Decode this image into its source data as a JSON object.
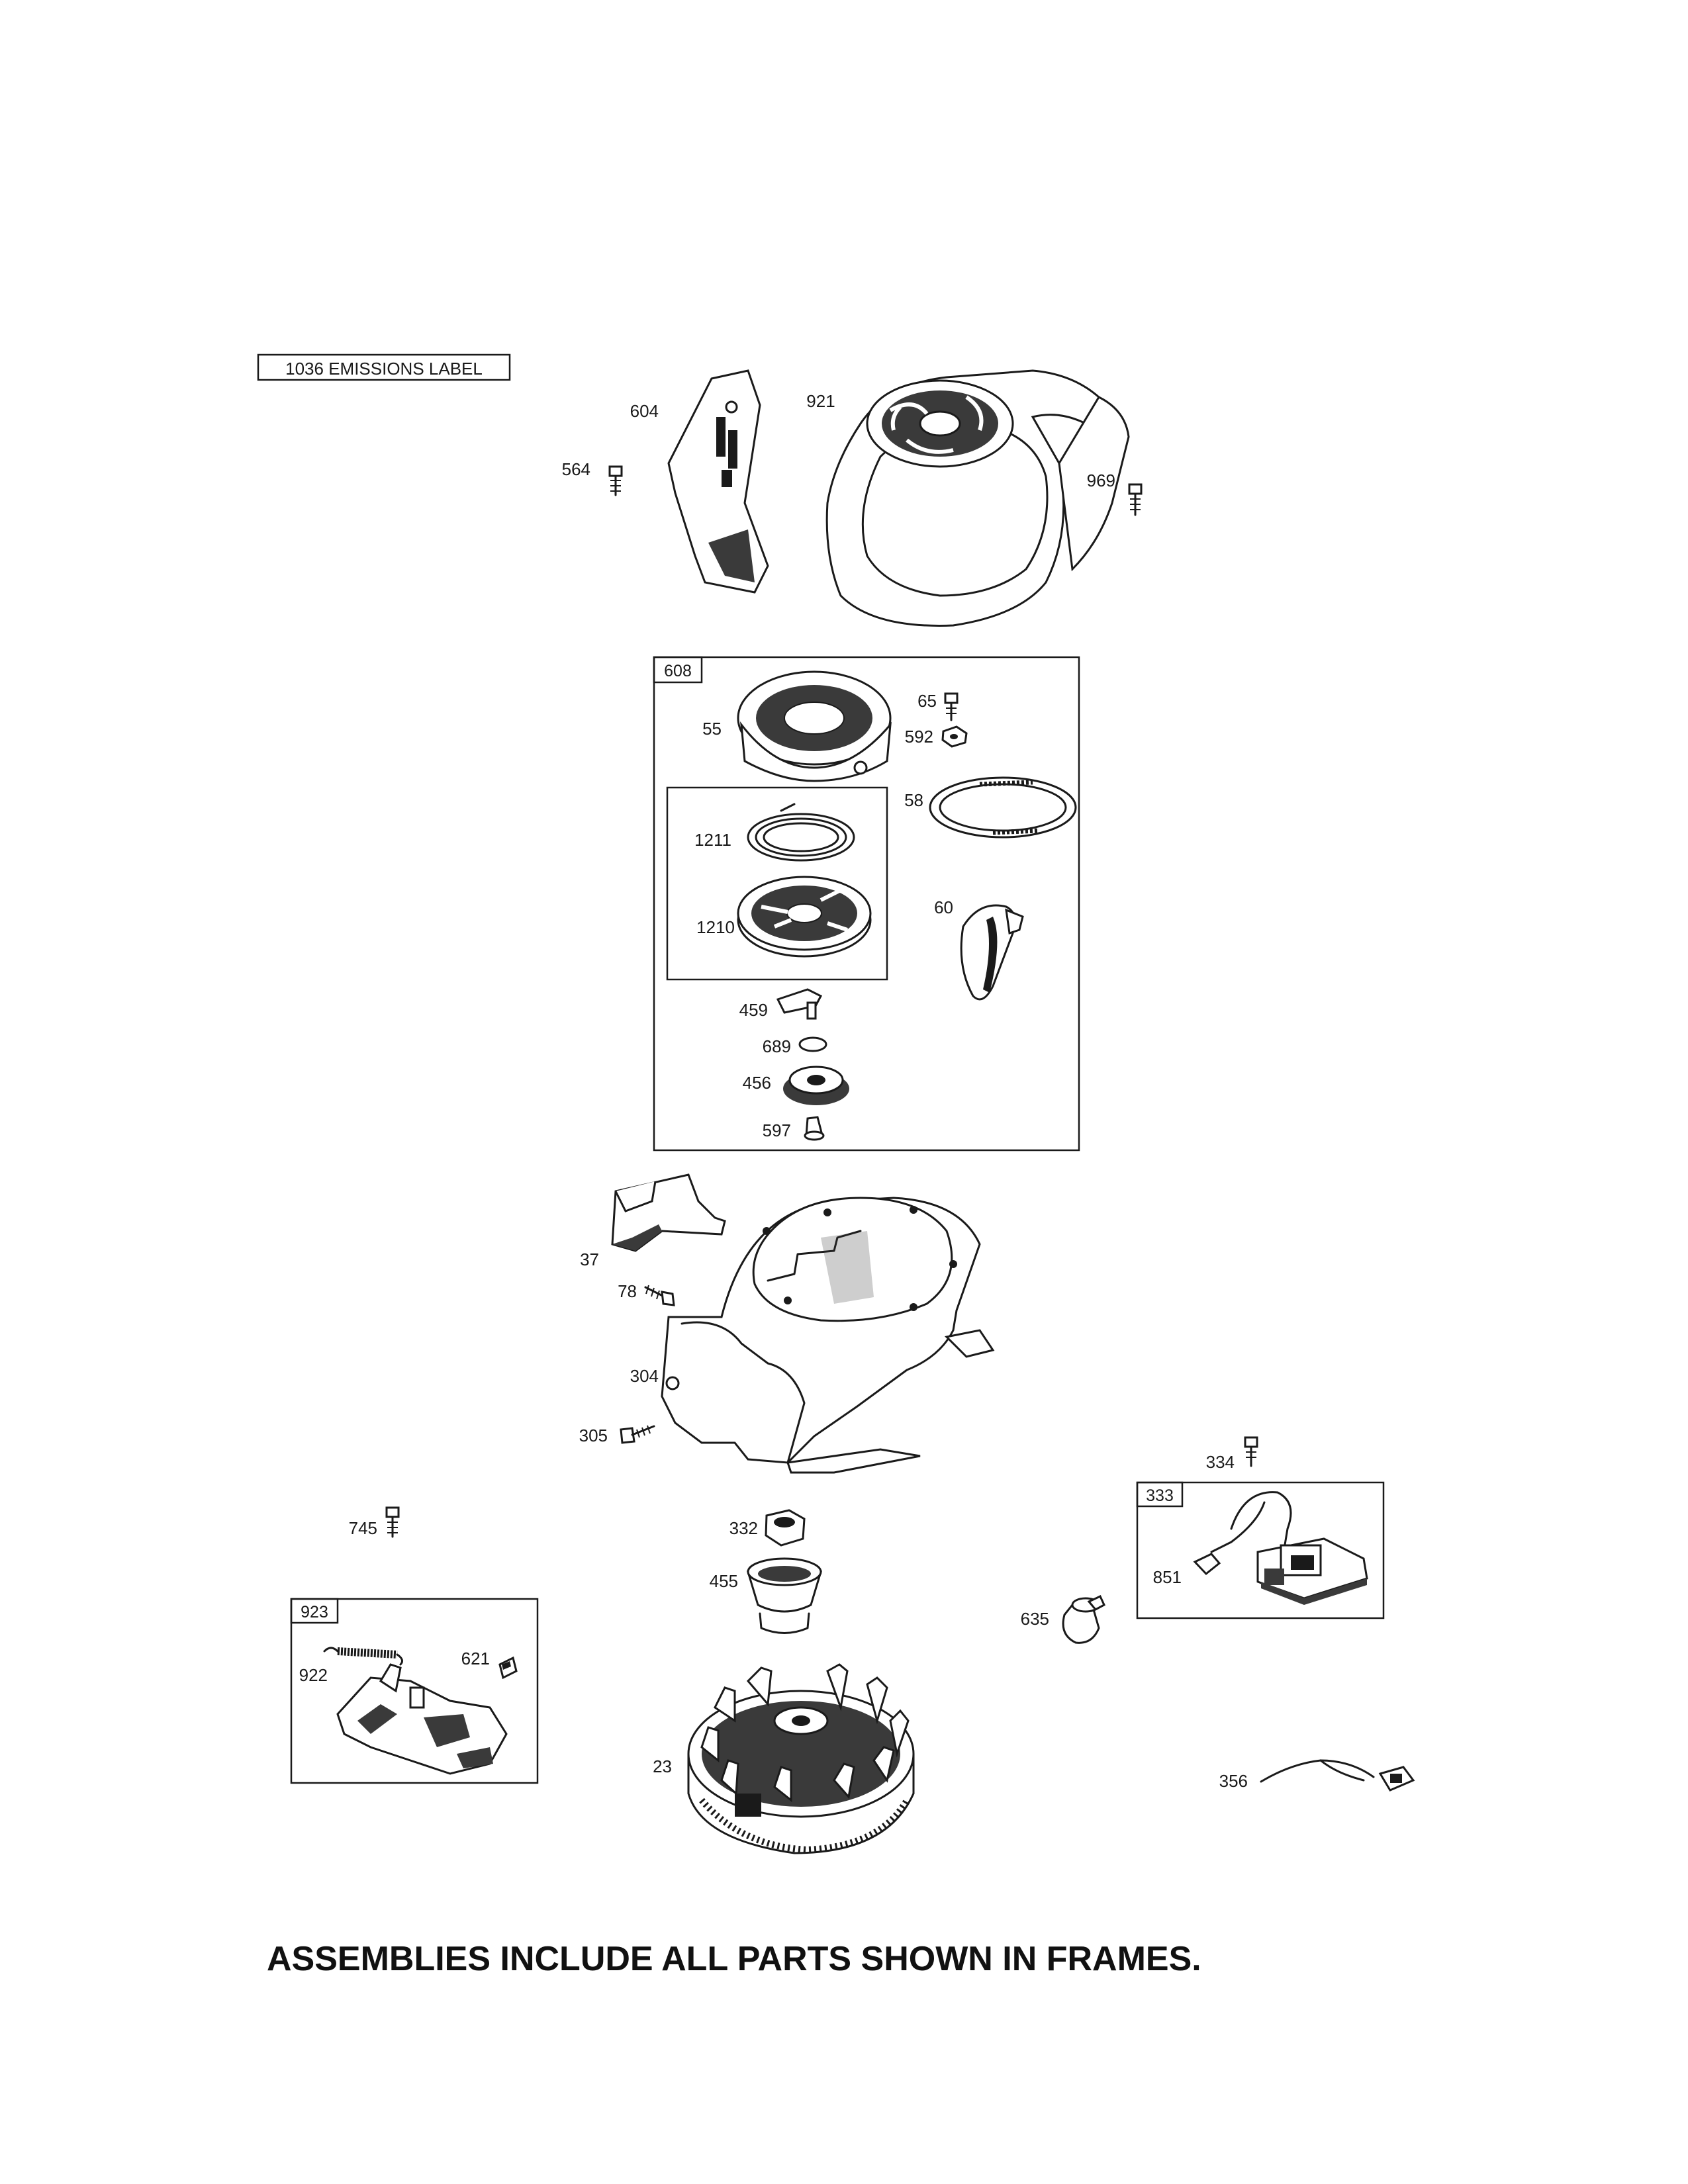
{
  "emissions_label": "1036 EMISSIONS LABEL",
  "parts": {
    "p604": "604",
    "p921": "921",
    "p564": "564",
    "p969": "969",
    "p608": "608",
    "p65": "65",
    "p55": "55",
    "p592": "592",
    "p58": "58",
    "p1211": "1211",
    "p1210": "1210",
    "p60": "60",
    "p459": "459",
    "p689": "689",
    "p456": "456",
    "p597": "597",
    "p37": "37",
    "p78": "78",
    "p304": "304",
    "p305": "305",
    "p334": "334",
    "p333": "333",
    "p851": "851",
    "p635": "635",
    "p745": "745",
    "p332": "332",
    "p455": "455",
    "p923": "923",
    "p621": "621",
    "p922": "922",
    "p23": "23",
    "p356": "356"
  },
  "footnote": "ASSEMBLIES INCLUDE ALL PARTS SHOWN IN FRAMES."
}
